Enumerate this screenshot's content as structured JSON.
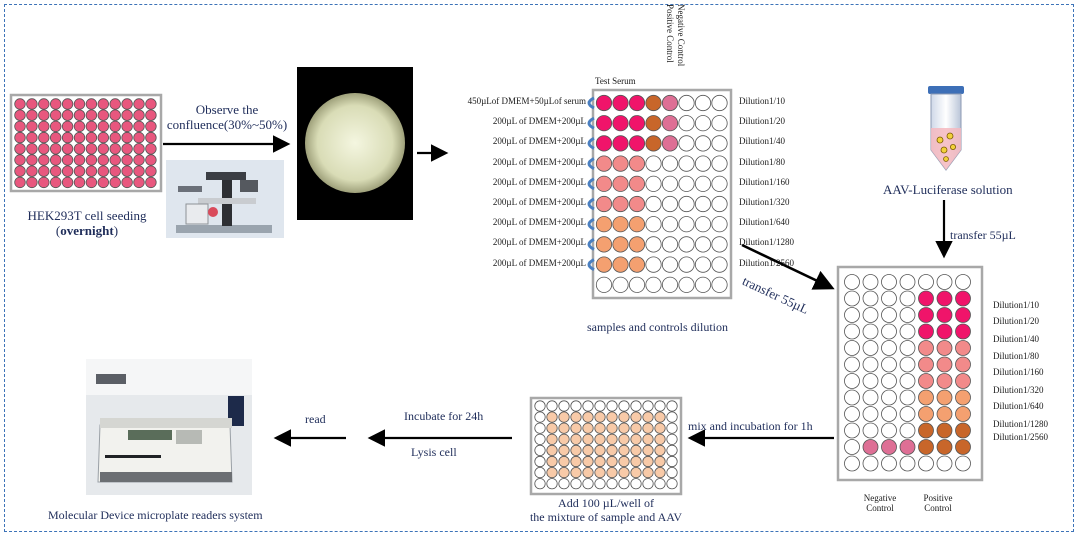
{
  "step1": {
    "label_line1": "HEK293T cell seeding",
    "label_line2_pre": "(",
    "label_line2_bold": "overnight",
    "label_line2_post": ")"
  },
  "observe": {
    "line1": "Observe the",
    "line2": "confluence(30%~50%)"
  },
  "dilution_plate": {
    "header_test": "Test Serum",
    "header_neg": "Negative Control",
    "header_pos": "Positive Control",
    "caption": "samples and controls dilution",
    "left_labels": [
      "450µLof DMEM+50µLof serum",
      "200µL of DMEM+200µL",
      "200µL of DMEM+200µL",
      "200µL of DMEM+200µL",
      "200µL of DMEM+200µL",
      "200µL of DMEM+200µL",
      "200µL of DMEM+200µL",
      "200µL of DMEM+200µL",
      "200µL of DMEM+200µL"
    ],
    "dilutions": [
      "Dilution1/10",
      "Dilution1/20",
      "Dilution1/40",
      "Dilution1/80",
      "Dilution1/160",
      "Dilution1/320",
      "Dilution1/640",
      "Dilution1/1280",
      "Dilution1/2560"
    ]
  },
  "aav": {
    "label": "AAV-Luciferase solution",
    "transfer_down": "transfer 55µL"
  },
  "transfer_diag": "transfer 55µL",
  "cell_plate": {
    "dilutions": [
      "Dilution1/10",
      "Dilution1/20",
      "Dilution1/40",
      "Dilution1/80",
      "Dilution1/160",
      "Dilution1/320",
      "Dilution1/640",
      "Dilution1/1280",
      "Dilution1/2560"
    ],
    "neg_line1": "Negative",
    "neg_line2": "Control",
    "pos_line1": "Positive",
    "pos_line2": "Control"
  },
  "mix_label": "mix and incubation for 1h",
  "add_plate": {
    "caption_line1": "Add 100 µL/well of",
    "caption_line2": "the mixture of sample and AAV"
  },
  "incubate": {
    "line1": "Incubate for 24h",
    "line2": "Lysis cell"
  },
  "read_label": "read",
  "reader_label": "Molecular Device microplate readers system",
  "colors": {
    "well_pink": "#e8577e",
    "well_magenta": "#f0146a",
    "well_salmon": "#f28a8a",
    "well_orange": "#f4a070",
    "well_brown": "#c8662a",
    "well_rose": "#de6f95",
    "well_peach": "#f8caa8",
    "well_empty": "#ffffff",
    "text_navy": "#1f2d5a",
    "arrow_blue": "#4a7fc0",
    "frame_blue": "#3d73b8"
  }
}
